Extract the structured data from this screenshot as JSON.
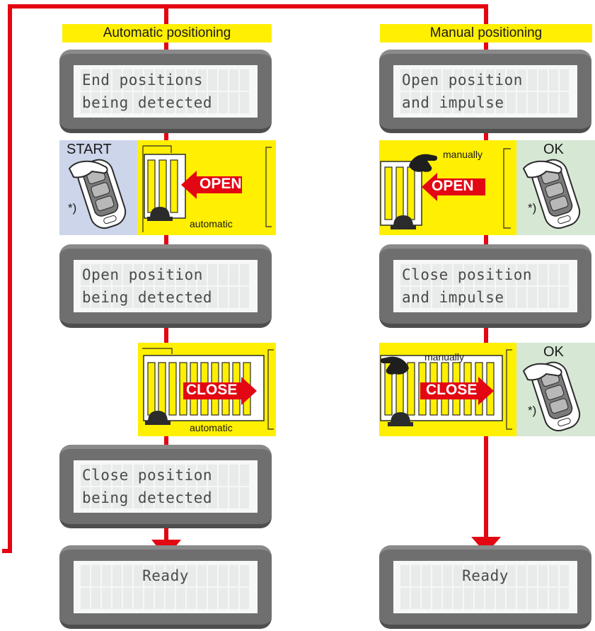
{
  "headings": {
    "automatic": "Automatic positioning",
    "manual": "Manual positioning"
  },
  "displays": {
    "auto_1": {
      "line1": "End positions",
      "line2": "being detected"
    },
    "auto_2": {
      "line1": "Open position",
      "line2": "being detected"
    },
    "auto_3": {
      "line1": "Close position",
      "line2": "being detected"
    },
    "auto_4": {
      "line1": "Ready",
      "line2": ""
    },
    "manual_1": {
      "line1": "Open position",
      "line2": "and impulse"
    },
    "manual_2": {
      "line1": "Close position",
      "line2": "and impulse"
    },
    "manual_3": {
      "line1": "Ready",
      "line2": ""
    }
  },
  "panels": {
    "auto_open": {
      "button": "START",
      "note": "*)",
      "action": "OPEN",
      "mode": "automatic"
    },
    "auto_close": {
      "action": "CLOSE",
      "mode": "automatic"
    },
    "manual_open": {
      "button": "OK",
      "note": "*)",
      "action": "OPEN",
      "mode": "manually"
    },
    "manual_close": {
      "button": "OK",
      "note": "*)",
      "action": "CLOSE",
      "mode": "manually"
    }
  },
  "colors": {
    "flow_line": "#e30613",
    "heading_bg": "#ffef00",
    "gate_bg": "#ffef00",
    "remote_auto_bg": "#cdd5ea",
    "remote_manual_bg": "#d6e8d4",
    "lcd_frame": "#6f6f6f"
  },
  "icons": [
    "remote-control-icon",
    "hand-icon",
    "gate-icon",
    "motor-icon",
    "arrow-icon"
  ]
}
